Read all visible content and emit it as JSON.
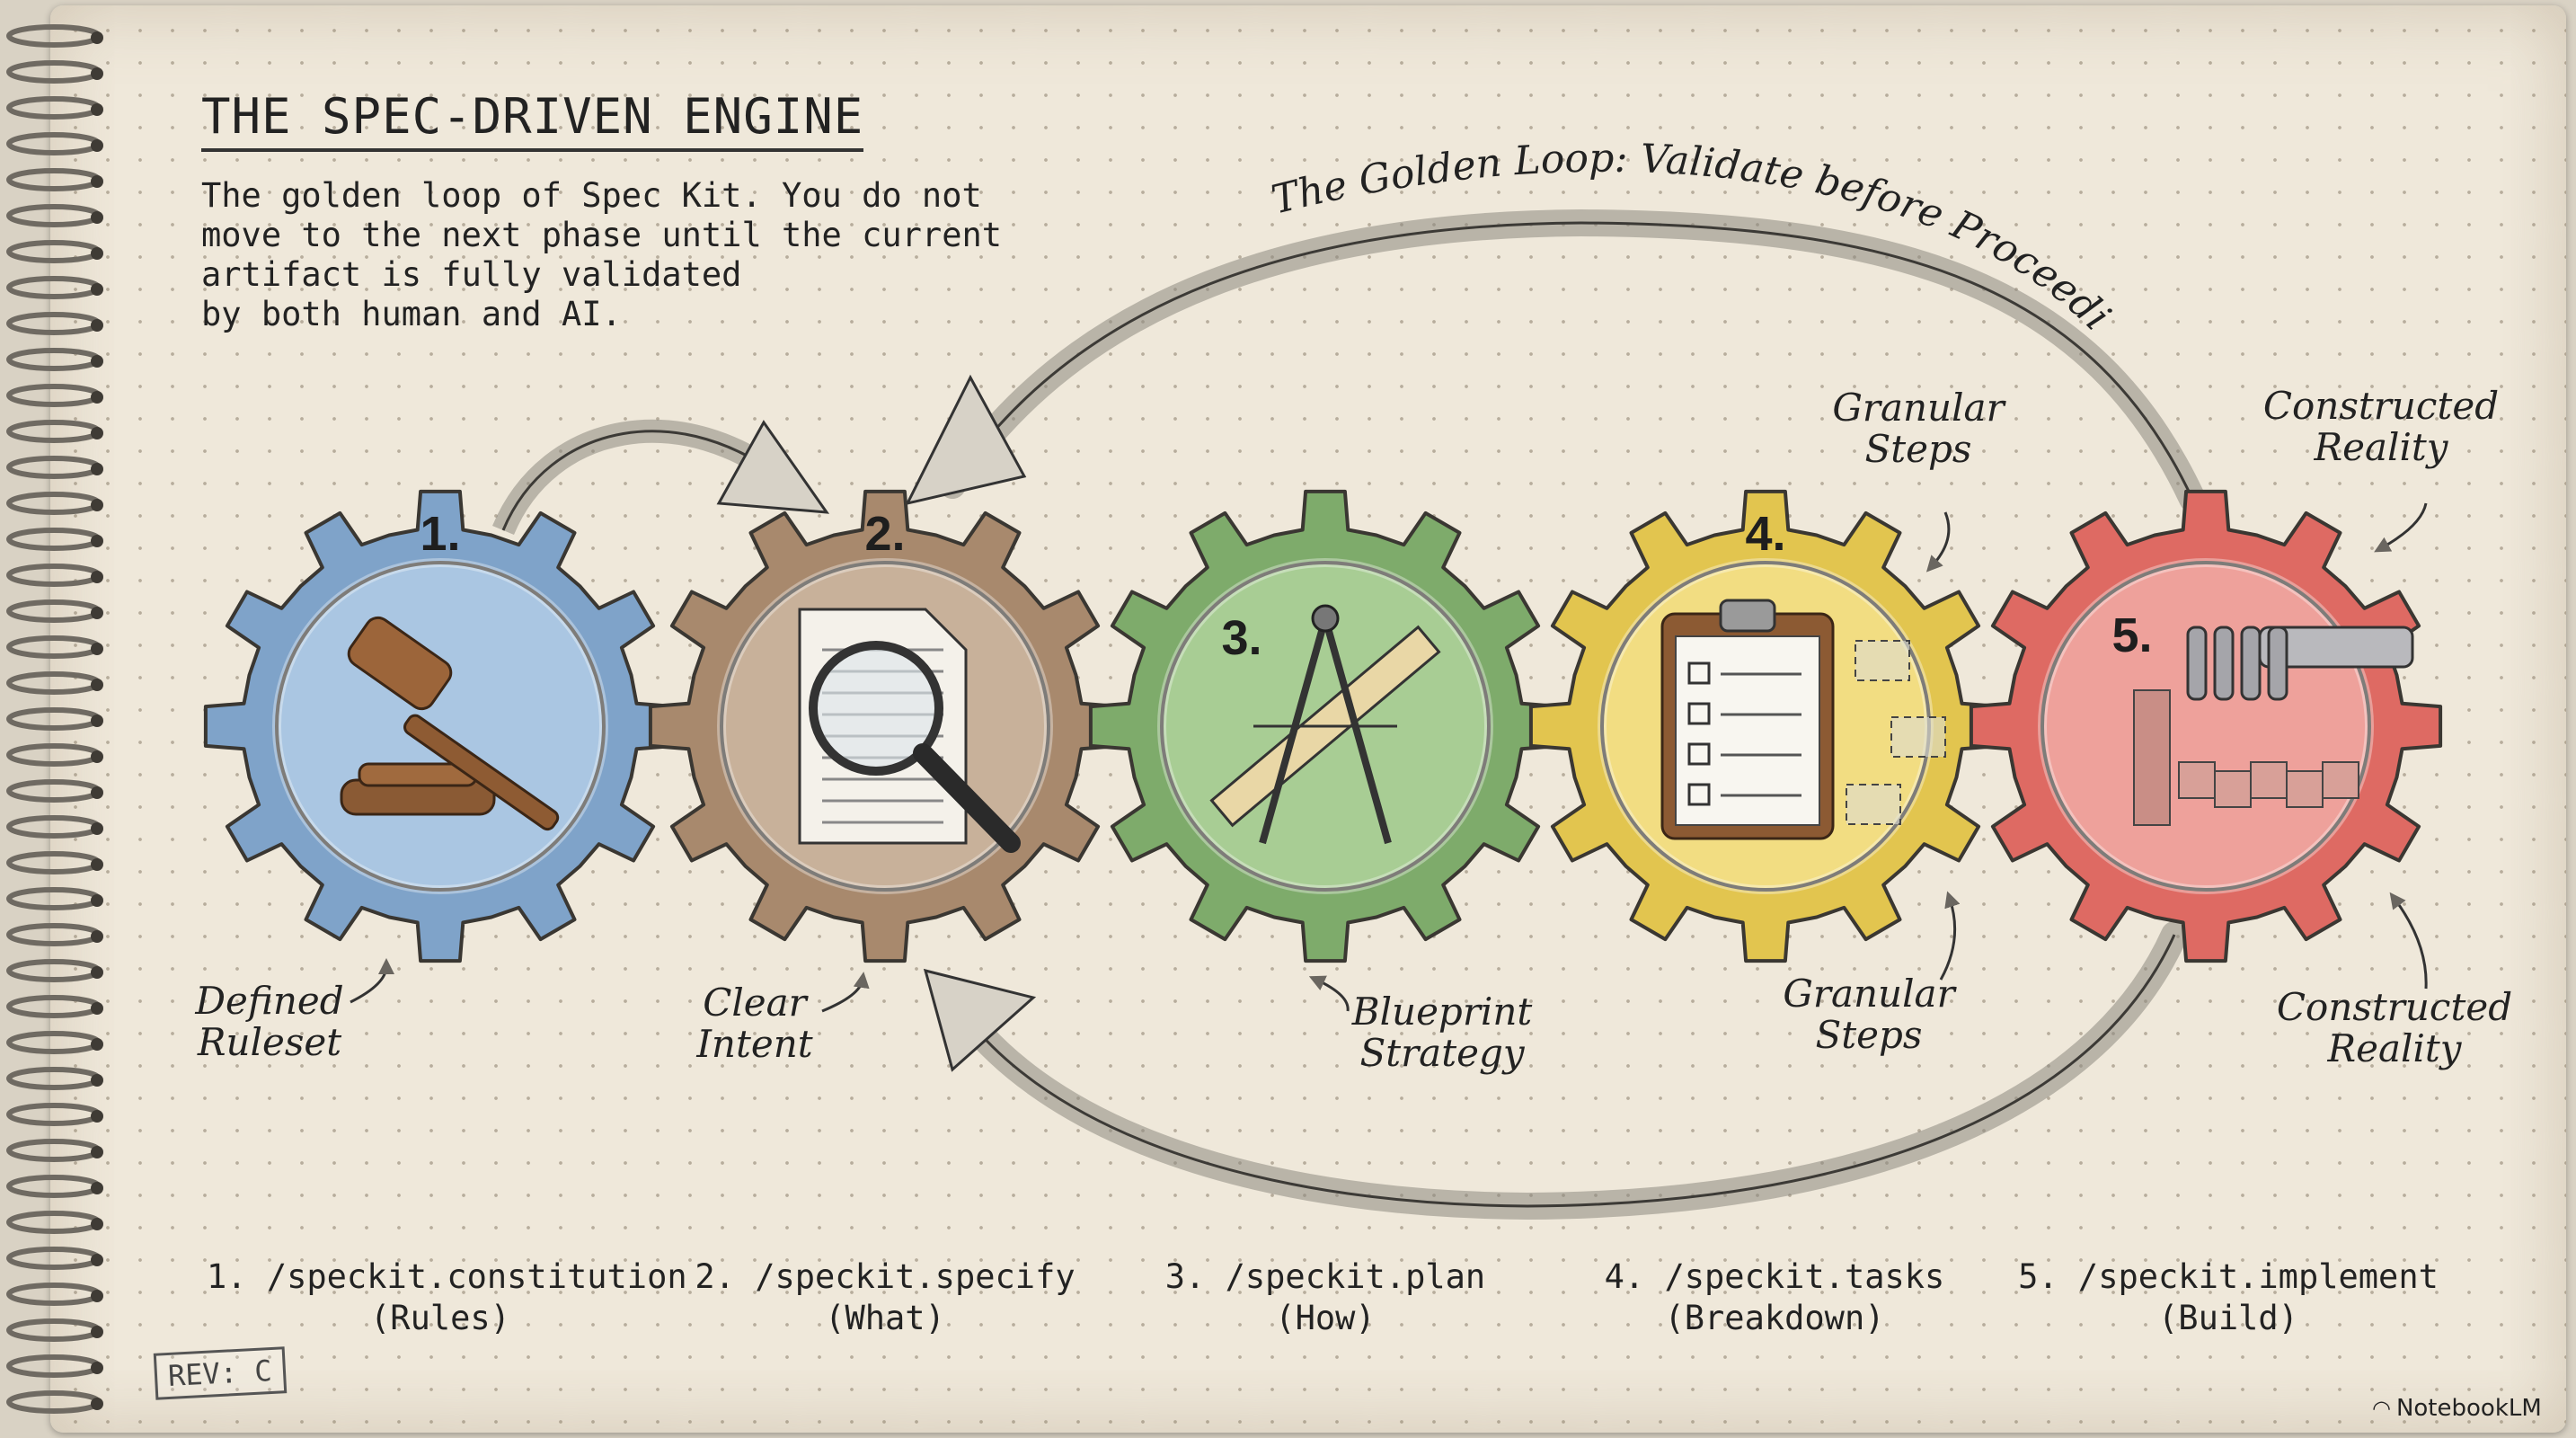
{
  "title": "THE SPEC-DRIVEN ENGINE",
  "description": [
    "The golden loop of Spec Kit. You do not",
    "move to the next phase until the current",
    "artifact is fully validated",
    "by both human and AI."
  ],
  "loop_label": "The Golden Loop: Validate before Proceeding",
  "gears": [
    {
      "number": "1.",
      "icon": "gavel-icon",
      "color": "#7fa3c9",
      "fill": "#aac6e2",
      "bottom_label": [
        "Defined",
        "Ruleset"
      ]
    },
    {
      "number": "2.",
      "icon": "magnifying-glass-document-icon",
      "color": "#a8896d",
      "fill": "#c8b19a",
      "bottom_label": [
        "Clear",
        "Intent"
      ]
    },
    {
      "number": "3.",
      "icon": "compass-ruler-icon",
      "color": "#7eab6b",
      "fill": "#a8cd94",
      "bottom_label": [
        "Blueprint",
        "Strategy"
      ]
    },
    {
      "number": "4.",
      "icon": "clipboard-checklist-icon",
      "color": "#e2c54f",
      "fill": "#f2dd82",
      "top_label": [
        "Granular",
        "Steps"
      ],
      "bottom_label": [
        "Granular",
        "Steps"
      ]
    },
    {
      "number": "5.",
      "icon": "robot-hand-blocks-icon",
      "color": "#de6a63",
      "fill": "#eea19b",
      "top_label": [
        "Constructed",
        "Reality"
      ],
      "bottom_label": [
        "Constructed",
        "Reality"
      ]
    }
  ],
  "commands": [
    {
      "line1": "1. /speckit.constitution",
      "line2": "(Rules)"
    },
    {
      "line1": "2. /speckit.specify",
      "line2": "(What)"
    },
    {
      "line1": "3. /speckit.plan",
      "line2": "(How)"
    },
    {
      "line1": "4. /speckit.tasks",
      "line2": "(Breakdown)"
    },
    {
      "line1": "5. /speckit.implement",
      "line2": "(Build)"
    }
  ],
  "rev": "REV: C",
  "brand": "NotebookLM"
}
